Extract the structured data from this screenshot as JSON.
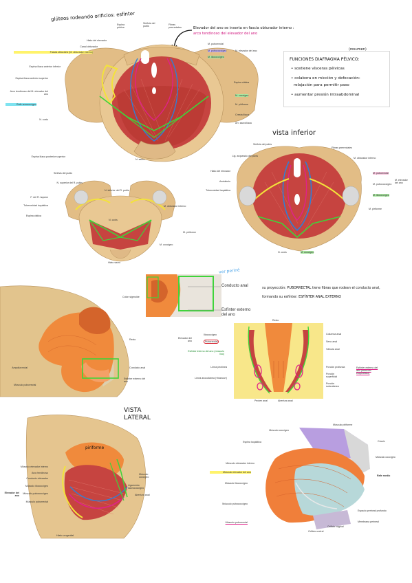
{
  "page": {
    "top_title": "glúteos rodeando orificios: esfínter",
    "top_callout_line1": "Elevador del ano se inserta en fascia obturador interno :",
    "top_callout_line2": "arco tendinoso del elevador del ano",
    "view_inferior_title": "vista inferior",
    "ver_perine": "ver periné",
    "puborrectal_line1": "su proyección: PUBORRECTAL tiene fibras que rodean el conducto anal,",
    "puborrectal_line2": "formando su esfínter: ESFÍNTER ANAL EXTERNO",
    "lateral_title_line1": "VISTA",
    "lateral_title_line2": "LATERAL",
    "piriforme_hand": "piriforme"
  },
  "note": {
    "tag": "(resumen)",
    "title": "FUNCIONES DIAFRAGMA PÉLVICO:",
    "items": [
      "• sostiene vísceras pélvicas",
      "• colabora en micción y defecación:",
      "  relajación para permitir paso",
      "• aumentar presión intraabdominal"
    ]
  },
  "fig1_labels_left": [
    "Hiato del elevador",
    "Canal obturador",
    "Fascia obturatriz (M. obturador interno)",
    "Espina ilíaca anterior inferior",
    "Espina ilíaca anterior superior",
    "Arco tendinoso del M. elevador del ano",
    "Rafe anococcígeo",
    "N. coxis"
  ],
  "fig1_labels_top": [
    "Espina púbica",
    "Sínfisis del pubis",
    "Fibras prerrectales"
  ],
  "fig1_labels_right": [
    "M. puborrectal",
    "M. pubococcígeo",
    "M. iliococcígeo",
    "M. elevador del ano",
    "Espina ciática",
    "M. coccígeo",
    "M. piriforme",
    "Cresta ilíaca",
    "Art. sacroilíaca"
  ],
  "fig1_labels_bottom": [
    "Espina ilíaca posterior superior",
    "N. sacro"
  ],
  "fig2_labels_left": [
    "Sínfisis del pubis",
    "N. superior del R. pubis",
    "F. del R. isquion",
    "Tuberosidad isquiática",
    "Espina ciática"
  ],
  "fig2_labels_right": [
    "N. inferior del R. pubis",
    "M. obturador interno",
    "N. coxis",
    "M. piriforme",
    "M. coccígeo"
  ],
  "fig2_labels_bottom": [
    "Hiato sacro"
  ],
  "fig3_labels_left": [
    "Lig. arqueado del pubis",
    "Hiato del elevador",
    "Acetábulo",
    "Tuberosidad isquiática"
  ],
  "fig3_labels_right": [
    "Fibras prerrectales",
    "M. obturador interno",
    "M. puborrectal",
    "M. pubococcígeo",
    "M. iliococcígeo",
    "M. elevador del ano",
    "M. piriforme"
  ],
  "fig3_labels_bottom": [
    "Sínfisis del pubis",
    "N. coxis",
    "M. coccígeo"
  ],
  "fig4_labels": [
    "Colon sigmoide",
    "Recto",
    "Ampolla rectal",
    "Conducto anal",
    "Esfínter externo del ano",
    "Músculo puborrectal"
  ],
  "zoom_labels": {
    "conducto": "Conducto anal",
    "esfinter": "Esfínter externo del ano"
  },
  "fig5_labels_left": [
    "Elevador del ano",
    "Iliococcígeo",
    "Puborrectal",
    "Esfínter interno del ano (músculo liso)",
    "Línea pectínea",
    "Línea anocutánea («blanca»)"
  ],
  "fig5_labels_right": [
    "Columna anal",
    "Seno anal",
    "Válvula anal",
    "Porción profunda",
    "Porción superficial",
    "Porción subcutánea",
    "Esfínter externo del ano (músculo esquelético)"
  ],
  "fig5_labels_top": [
    "Recto"
  ],
  "fig5_labels_bottom": [
    "Pecten anal",
    "Abertura anal"
  ],
  "fig6_labels": [
    "Músculo elevador interno",
    "Arco tendinoso",
    "Conducto obturador",
    "Músculo iliococcígeo",
    "Músculo pubococcígeo",
    "Músculo puborrectal",
    "Elevador del ano",
    "Músculo coccígeo",
    "Ligamento sacrococcígeo",
    "Abertura anal",
    "Hiato urogenital"
  ],
  "fig7_labels_left": [
    "Músculo coccígeo",
    "Espina isquiática",
    "Músculo obturador interno",
    "Músculo elevador del ano",
    "Músculo iliococcígeo",
    "Músculo pubococcígeo",
    "Músculo puborrectal"
  ],
  "fig7_labels_right": [
    "Músculo piriforme",
    "Cóccix",
    "Músculo coccígeo",
    "Rafe medio",
    "Espacio perineal profundo",
    "Membrana perineal",
    "Orificio vaginal"
  ],
  "fig7_labels_bottom": [
    "Orificio uretral"
  ],
  "colors": {
    "bone": "#e7c48c",
    "muscle": "#c9413d",
    "green": "#3fd43a",
    "yellow": "#f3e33a",
    "pink": "#e0228a",
    "blue": "#2f7fd6"
  }
}
